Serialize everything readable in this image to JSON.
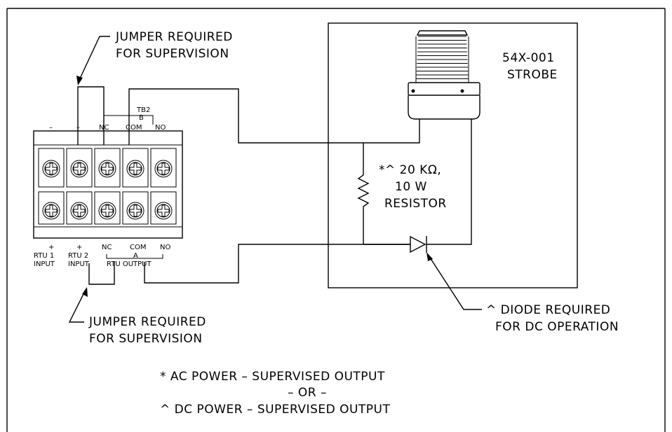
{
  "notes": {
    "jumper_top_line1": "JUMPER REQUIRED",
    "jumper_top_line2": "FOR SUPERVISION",
    "jumper_bottom_line1": "JUMPER REQUIRED",
    "jumper_bottom_line2": "FOR SUPERVISION",
    "strobe_line1": "54X-001",
    "strobe_line2": "STROBE",
    "resistor_line1": "*^ 20 KΩ,",
    "resistor_line2": "10 W",
    "resistor_line3": "RESISTOR",
    "diode_line1": "^ DIODE REQUIRED",
    "diode_line2": "FOR DC OPERATION",
    "legend_line1": "* AC POWER – SUPERVISED OUTPUT",
    "legend_line2": "– OR –",
    "legend_line3": "^ DC POWER – SUPERVISED OUTPUT"
  },
  "terminal_block": {
    "tb2": "TB2",
    "b": "B",
    "top_labels": [
      "–",
      "–",
      "NC",
      "COM",
      "NO"
    ],
    "bottom_plus": [
      "+",
      "+"
    ],
    "bottom_rtu": [
      "RTU 1",
      "RTU 2"
    ],
    "bottom_input": [
      "INPUT",
      "INPUT"
    ],
    "bottom_nc": "NC",
    "bottom_com": "COM",
    "bottom_no": "NO",
    "a": "A",
    "rtu_output": "RTU OUTPUT"
  }
}
